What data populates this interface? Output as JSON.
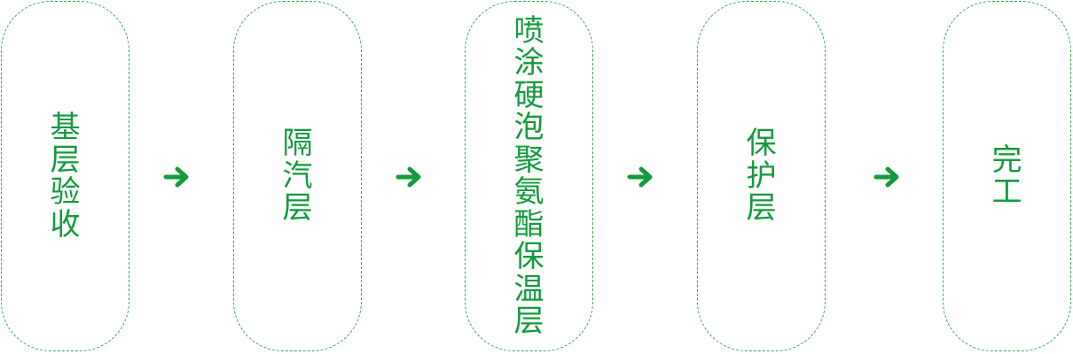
{
  "colors": {
    "accent": "#139a3c",
    "border": "#35a84f"
  },
  "steps": [
    {
      "label": "基层验收"
    },
    {
      "label": "隔汽层"
    },
    {
      "label": "喷涂硬泡聚氨酯保温层"
    },
    {
      "label": "保护层"
    },
    {
      "label": "完工"
    }
  ],
  "arrow_icon": "arrow-right-icon"
}
